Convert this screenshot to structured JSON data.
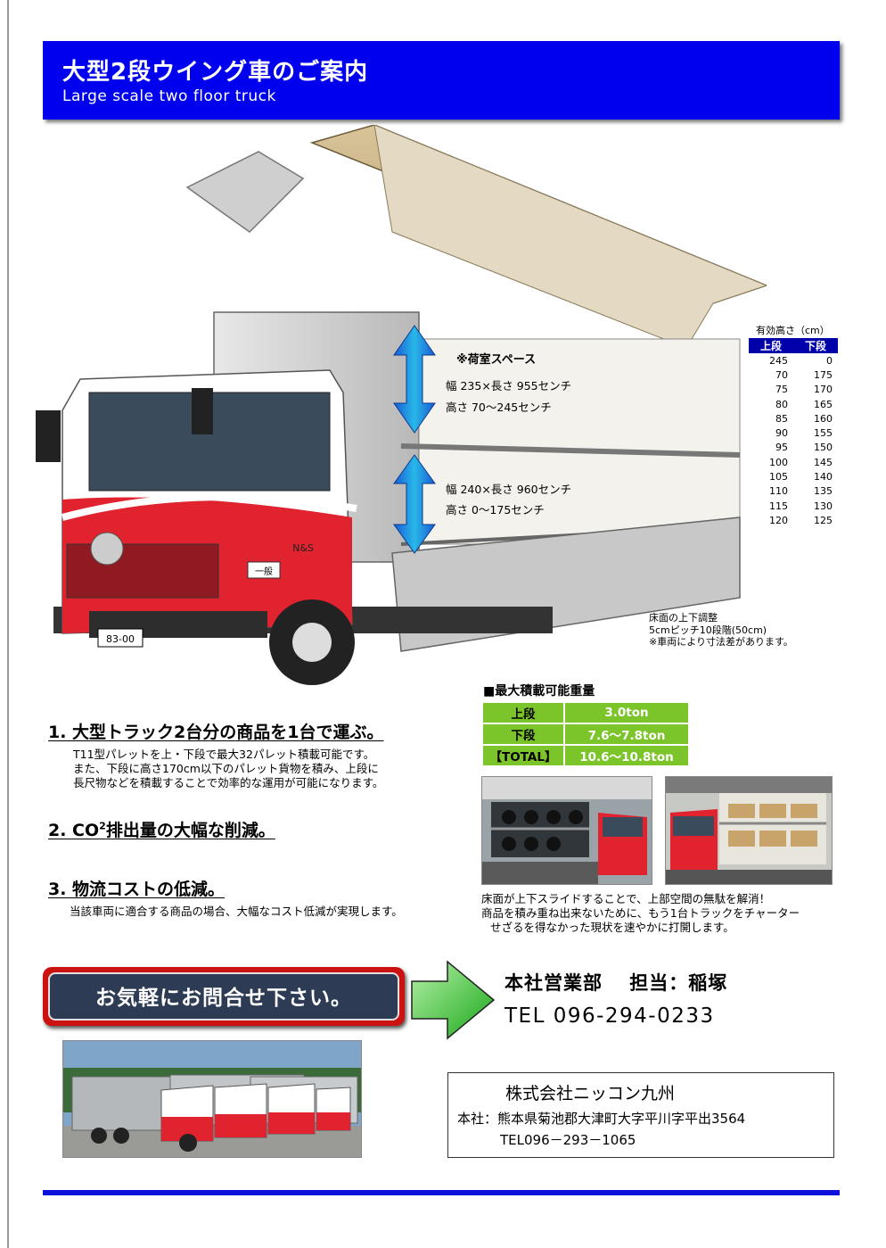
{
  "header": {
    "title_ja": "大型2段ウイング車のご案内",
    "title_en": "Large scale two floor truck"
  },
  "truck": {
    "plate": "83-00",
    "cab_badge": "一般",
    "ns_mark": "N&S"
  },
  "cargo_space": {
    "heading": "※荷室スペース",
    "upper": {
      "size": "幅 235×長さ 955センチ",
      "height": "高さ 70～245センチ"
    },
    "lower": {
      "size": "幅 240×長さ 960センチ",
      "height": "高さ 0～175センチ"
    }
  },
  "height_table": {
    "caption": "有効高さ（cm）",
    "headers": [
      "上段",
      "下段"
    ],
    "rows": [
      [
        "245",
        "0"
      ],
      [
        "70",
        "175"
      ],
      [
        "75",
        "170"
      ],
      [
        "80",
        "165"
      ],
      [
        "85",
        "160"
      ],
      [
        "90",
        "155"
      ],
      [
        "95",
        "150"
      ],
      [
        "100",
        "145"
      ],
      [
        "105",
        "140"
      ],
      [
        "110",
        "135"
      ],
      [
        "115",
        "130"
      ],
      [
        "120",
        "125"
      ]
    ]
  },
  "floor_note": {
    "line1": "床面の上下調整",
    "line2": "5cmピッチ10段階(50cm)",
    "line3": "※車両により寸法差があります。"
  },
  "max_load": {
    "title": "■最大積載可能重量",
    "rows": [
      {
        "label": "上段",
        "value": "3.0ton"
      },
      {
        "label": "下段",
        "value": "7.6～7.8ton"
      },
      {
        "label": "【TOTAL】",
        "value": "10.6～10.8ton"
      }
    ]
  },
  "points": [
    {
      "title": "1. 大型トラック2台分の商品を1台で運ぶ。",
      "desc": [
        "T11型パレットを上・下段で最大32パレット積載可能です。",
        "また、下段に高さ170cm以下のパレット貨物を積み、上段に",
        "長尺物などを積載することで効率的な運用が可能になります。"
      ]
    },
    {
      "title_prefix": "2. CO",
      "title_sup": "2",
      "title_suffix": "排出量の大幅な削減。"
    },
    {
      "title": "3. 物流コストの低減。",
      "desc": [
        "当該車両に適合する商品の場合、大幅なコスト低減が実現します。"
      ]
    }
  ],
  "photo_caption": [
    "床面が上下スライドすることで、上部空間の無駄を解消！",
    "商品を積み重ね出来ないために、もう1台トラックをチャーター",
    "せざるを得なかった現状を速やかに打開します。"
  ],
  "contact": {
    "button_label": "お気軽にお問合せ下さい。",
    "dept": "本社営業部　 担当：稲塚",
    "tel": "TEL 096-294-0233"
  },
  "company": {
    "name": "株式会社ニッコン九州",
    "address": "本社：熊本県菊池郡大津町大字平川字平出3564",
    "tel": "TEL096－293－1065"
  },
  "colors": {
    "banner_blue": "#0000ee",
    "table_green": "#7bc42a",
    "table_header_blue": "#0000aa",
    "arrow_green": "#2fc02f",
    "contact_red": "#cc1111",
    "bottom_rule": "#1010dd"
  }
}
